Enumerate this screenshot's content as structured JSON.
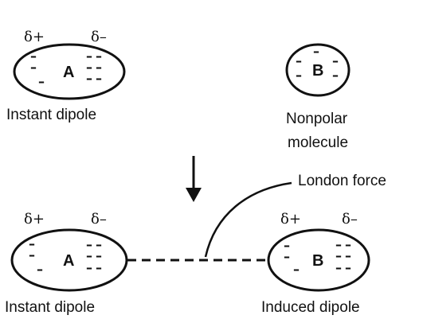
{
  "top_left": {
    "delta_plus": "δ+",
    "delta_minus": "δ–",
    "molecule": "A",
    "caption": "Instant dipole"
  },
  "top_right": {
    "molecule": "B",
    "caption_line1": "Nonpolar",
    "caption_line2": "molecule"
  },
  "bottom_left": {
    "delta_plus": "δ+",
    "delta_minus": "δ–",
    "molecule": "A",
    "caption": "Instant dipole"
  },
  "bottom_right": {
    "delta_plus": "δ+",
    "delta_minus": "δ–",
    "molecule": "B",
    "caption": "Induced dipole"
  },
  "force_label": "London force",
  "charge_symbol": "–"
}
